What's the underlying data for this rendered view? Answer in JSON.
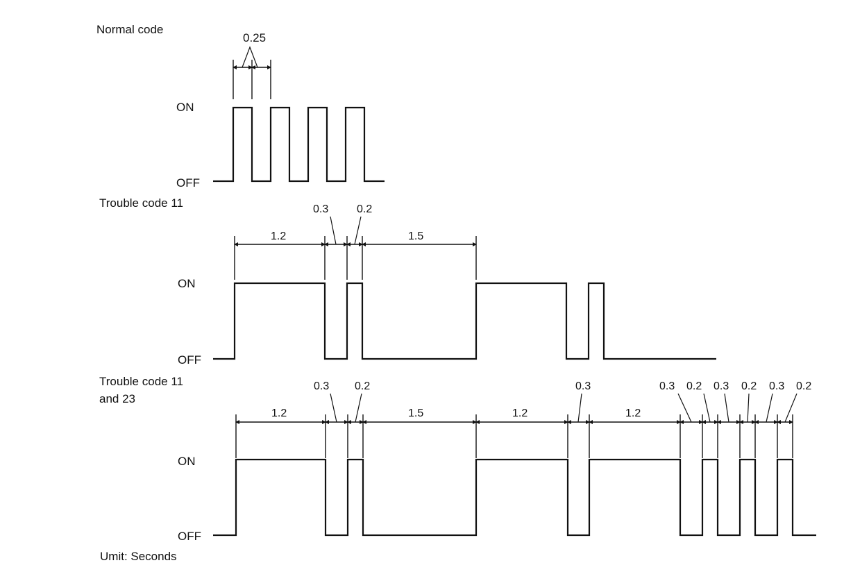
{
  "diagrams": [
    {
      "id": "normal",
      "caption": [
        "Normal code"
      ],
      "on_label": "ON",
      "off_label": "OFF",
      "dimensions": [
        {
          "label": "0.25",
          "from": 0,
          "to": 0.25
        },
        {
          "label": "",
          "from": 0.25,
          "to": 0.5
        }
      ]
    },
    {
      "id": "t11",
      "caption": [
        "Trouble code 11"
      ],
      "on_label": "ON",
      "off_label": "OFF",
      "dimensions": [
        {
          "label": "1.2",
          "from": 0,
          "to": 1.2
        },
        {
          "label": "0.3",
          "from": 1.2,
          "to": 1.5
        },
        {
          "label": "0.2",
          "from": 1.5,
          "to": 1.7
        },
        {
          "label": "1.5",
          "from": 1.7,
          "to": 3.2
        }
      ]
    },
    {
      "id": "t1123",
      "caption": [
        "Trouble code 11",
        "and 23"
      ],
      "on_label": "ON",
      "off_label": "OFF",
      "dimensions": [
        {
          "label": "1.2",
          "from": 0,
          "to": 1.2
        },
        {
          "label": "0.3",
          "from": 1.2,
          "to": 1.5
        },
        {
          "label": "0.2",
          "from": 1.5,
          "to": 1.7
        },
        {
          "label": "1.5",
          "from": 1.7,
          "to": 3.2
        },
        {
          "label": "1.2",
          "from": 3.2,
          "to": 4.4
        },
        {
          "label": "0.3",
          "from": 4.4,
          "to": 4.7
        },
        {
          "label": "1.2",
          "from": 4.7,
          "to": 5.9
        },
        {
          "label": "0.3",
          "from": 5.9,
          "to": 6.2
        },
        {
          "label": "0.2",
          "from": 6.2,
          "to": 6.4
        },
        {
          "label": "0.3",
          "from": 6.4,
          "to": 6.7
        },
        {
          "label": "0.2",
          "from": 6.7,
          "to": 6.9
        },
        {
          "label": "0.3",
          "from": 6.9,
          "to": 7.2
        },
        {
          "label": "0.2",
          "from": 7.2,
          "to": 7.4
        }
      ]
    }
  ],
  "unit_note": "Umit: Seconds"
}
